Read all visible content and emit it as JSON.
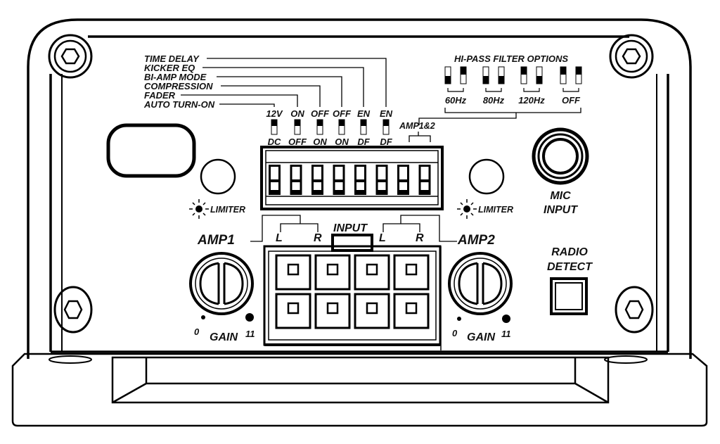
{
  "dip_functions": {
    "labels": [
      "TIME DELAY",
      "KICKER EQ",
      "BI-AMP MODE",
      "COMPRESSION",
      "FADER",
      "AUTO TURN-ON"
    ],
    "switches": [
      {
        "function": "AUTO TURN-ON",
        "top": "12V",
        "bottom": "DC"
      },
      {
        "function": "FADER",
        "top": "ON",
        "bottom": "OFF"
      },
      {
        "function": "COMPRESSION",
        "top": "OFF",
        "bottom": "ON"
      },
      {
        "function": "BI-AMP MODE",
        "top": "OFF",
        "bottom": "ON"
      },
      {
        "function": "KICKER EQ",
        "top": "EN",
        "bottom": "DF"
      },
      {
        "function": "TIME DELAY",
        "top": "EN",
        "bottom": "DF"
      }
    ]
  },
  "hipass": {
    "title": "HI-PASS FILTER OPTIONS",
    "group_label": "AMP1&2",
    "options": [
      {
        "label": "60Hz",
        "switch1": "down",
        "switch2": "up"
      },
      {
        "label": "80Hz",
        "switch1": "down",
        "switch2": "down"
      },
      {
        "label": "120Hz",
        "switch1": "up",
        "switch2": "down"
      },
      {
        "label": "OFF",
        "switch1": "up",
        "switch2": "up"
      }
    ]
  },
  "dip_block": {
    "switch_count": 8
  },
  "limiter": {
    "left_label": "LIMITER",
    "right_label": "LIMITER"
  },
  "mic": {
    "line1": "MIC",
    "line2": "INPUT"
  },
  "radio_detect": {
    "line1": "RADIO",
    "line2": "DETECT"
  },
  "input": {
    "label": "INPUT",
    "left": {
      "l": "L",
      "r": "R"
    },
    "right": {
      "l": "L",
      "r": "R"
    },
    "pin_count": 8
  },
  "amp1": {
    "label": "AMP1",
    "gain_label": "GAIN",
    "min": "0",
    "max": "11"
  },
  "amp2": {
    "label": "AMP2",
    "gain_label": "GAIN",
    "min": "0",
    "max": "11"
  }
}
